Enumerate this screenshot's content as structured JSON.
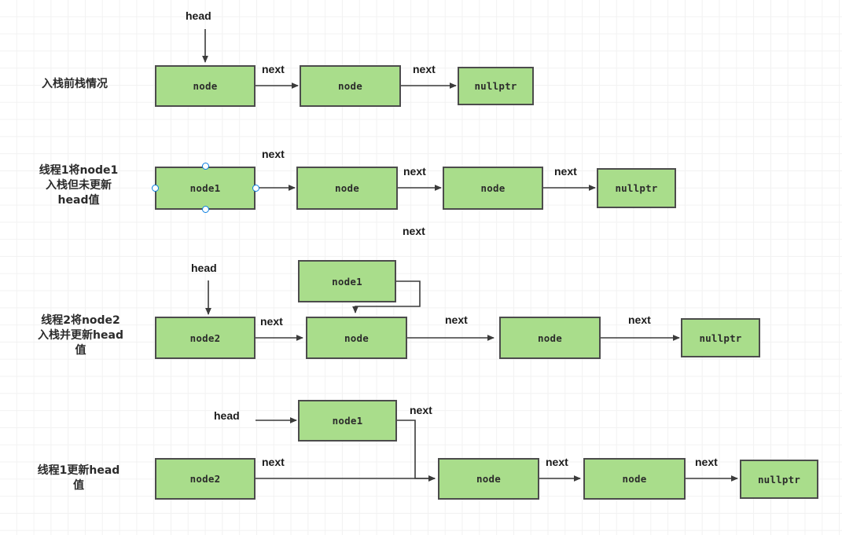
{
  "diagram": {
    "title": "lock-free stack push ABA sequence",
    "colors": {
      "node_fill": "#a9dd8b",
      "node_border": "#4c4c4c",
      "handle_stroke": "#0a7fe0",
      "grid_minor": "#f2f2f2",
      "grid_major": "#ededed",
      "text": "#1a1a1a",
      "background": "#ffffff"
    },
    "rows": [
      {
        "id": "row1",
        "label": "入栈前栈情况",
        "pointer_label": "head",
        "boxes": [
          "node",
          "node",
          "nullptr"
        ],
        "edge_labels": [
          "next",
          "next"
        ]
      },
      {
        "id": "row2",
        "label": "线程1将node1\n入栈但未更新\nhead值",
        "pointer_label": "",
        "boxes": [
          "node1",
          "node",
          "node",
          "nullptr"
        ],
        "edge_labels": [
          "next",
          "next",
          "next",
          "next"
        ]
      },
      {
        "id": "row3",
        "label": "线程2将node2\n入栈并更新head\n值",
        "pointer_label": "head",
        "boxes": [
          "node1",
          "node2",
          "node",
          "node",
          "nullptr"
        ],
        "edge_labels": [
          "next",
          "next",
          "next"
        ]
      },
      {
        "id": "row4",
        "label": "线程1更新head\n值",
        "pointer_label": "head",
        "boxes": [
          "node1",
          "node2",
          "node",
          "node",
          "nullptr"
        ],
        "edge_labels": [
          "next",
          "next",
          "next",
          "next"
        ]
      }
    ]
  },
  "row1": {
    "label": "入栈前栈情况",
    "head": "head",
    "box1": "node",
    "box2": "node",
    "box3": "nullptr",
    "next1": "next",
    "next2": "next"
  },
  "row2": {
    "label": "线程1将node1\n入栈但未更新\nhead值",
    "box1": "node1",
    "box2": "node",
    "box3": "node",
    "box4": "nullptr",
    "next1": "next",
    "next2": "next",
    "next3": "next",
    "next4": "next"
  },
  "row3": {
    "label": "线程2将node2\n入栈并更新head\n值",
    "head": "head",
    "box_node1": "node1",
    "box1": "node2",
    "box2": "node",
    "box3": "node",
    "box4": "nullptr",
    "next1": "next",
    "next2": "next",
    "next3": "next"
  },
  "row4": {
    "label": "线程1更新head\n值",
    "head": "head",
    "box_node1": "node1",
    "box1": "node2",
    "box2": "node",
    "box3": "node",
    "box4": "nullptr",
    "next1": "next",
    "next2": "next",
    "next3": "next",
    "next4": "next"
  },
  "selection": {
    "target": "row2-node1",
    "handles": [
      "top-center",
      "right-middle",
      "bottom-center",
      "left-middle"
    ]
  }
}
